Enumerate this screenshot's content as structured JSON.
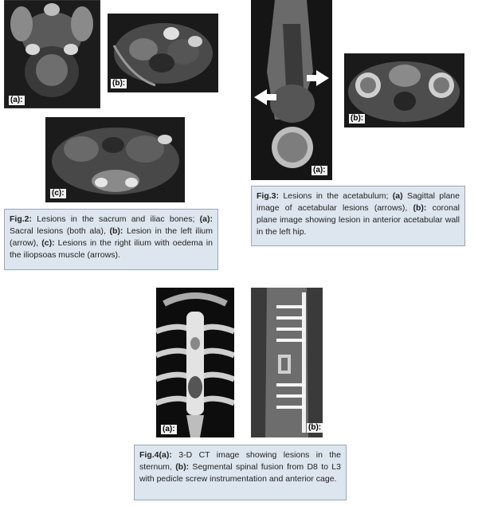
{
  "fig2": {
    "panels": {
      "a": "(a):",
      "b": "(b):",
      "c": "(c):"
    },
    "caption": {
      "lead": "Fig.2:",
      "t1": " Lesions in the sacrum and iliac bones; ",
      "a": "(a):",
      "t2": " Sacral lesions (both ala), ",
      "b": "(b):",
      "t3": " Lesion in the left ilium (arrow), ",
      "c": "(c):",
      "t4": " Lesions in the right ilium with oedema in the iliopsoas muscle (arrows)."
    }
  },
  "fig3": {
    "panels": {
      "a": "(a):",
      "b": "(b):"
    },
    "caption": {
      "lead": "Fig.3:",
      "t1": " Lesions in the acetabulum; ",
      "a": "(a)",
      "t2": " Sagittal plane image of acetabular lesions (arrows), ",
      "b": "(b):",
      "t3": " coronal plane image showing lesion in anterior acetabular wall in the left hip."
    }
  },
  "fig4": {
    "panels": {
      "a": "(a):",
      "b": "(b):"
    },
    "caption": {
      "lead": "Fig.4(a):",
      "t1": " 3-D CT image showing lesions in the sternum, ",
      "b": "(b):",
      "t2": " Segmental spinal fusion from D8 to L3 with pedicle screw instrumentation and anterior cage."
    }
  }
}
